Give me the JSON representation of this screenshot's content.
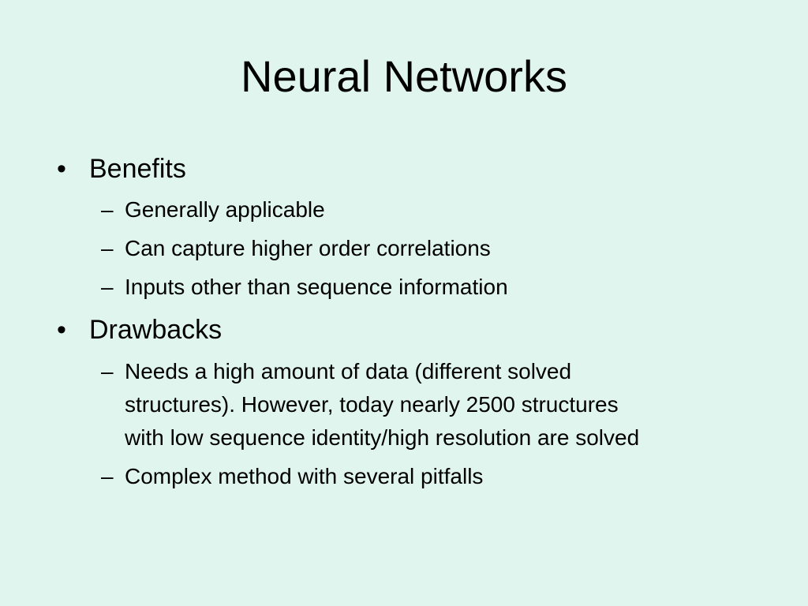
{
  "slide": {
    "title": "Neural Networks",
    "bullet_char": "•",
    "sub_char": "–",
    "sections": [
      {
        "heading": "Benefits",
        "items": [
          [
            "Generally applicable"
          ],
          [
            "Can capture higher order correlations"
          ],
          [
            "Inputs other than sequence information"
          ]
        ]
      },
      {
        "heading": "Drawbacks",
        "items": [
          [
            "Needs a high amount of data (different solved",
            "structures). However, today nearly 2500 structures",
            "with low sequence identity/high resolution are solved"
          ],
          [
            "Complex method with several pitfalls"
          ]
        ]
      }
    ]
  },
  "colors": {
    "background": "#dff5ee",
    "text": "#000000"
  }
}
